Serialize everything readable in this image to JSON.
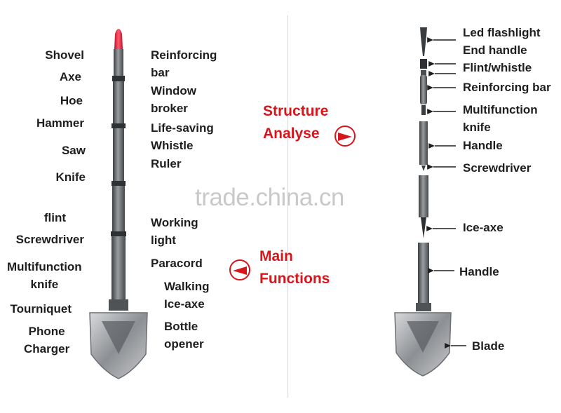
{
  "left_labels": [
    "Shovel",
    "Axe",
    "Hoe",
    "Hammer",
    "Saw",
    "Knife",
    "flint",
    "Screwdriver",
    "Multifunction\nknife",
    "Tourniquet",
    "Phone\nCharger"
  ],
  "right_labels_top": [
    "Reinforcing\nbar",
    "Window\nbroker",
    "Life-saving\nWhistle",
    "Ruler"
  ],
  "right_labels_bottom": [
    "Working\nlight",
    "Paracord",
    "Walking\nIce-axe",
    "Bottle\nopener"
  ],
  "structure_header": "Structure\nAnalyse",
  "functions_header": "Main\nFunctions",
  "parts": [
    "Led flashlight",
    "End handle",
    "Flint/whistle",
    "Reinforcing bar",
    "Multifunction\nknife",
    "Handle",
    "Screwdriver",
    "Ice-axe",
    "Handle",
    "Blade"
  ],
  "watermark": "trade.china.cn",
  "colors": {
    "accent": "#d9151c",
    "text": "#1e1e1e",
    "tip": "#e8324a",
    "metal": "#6f7275"
  }
}
